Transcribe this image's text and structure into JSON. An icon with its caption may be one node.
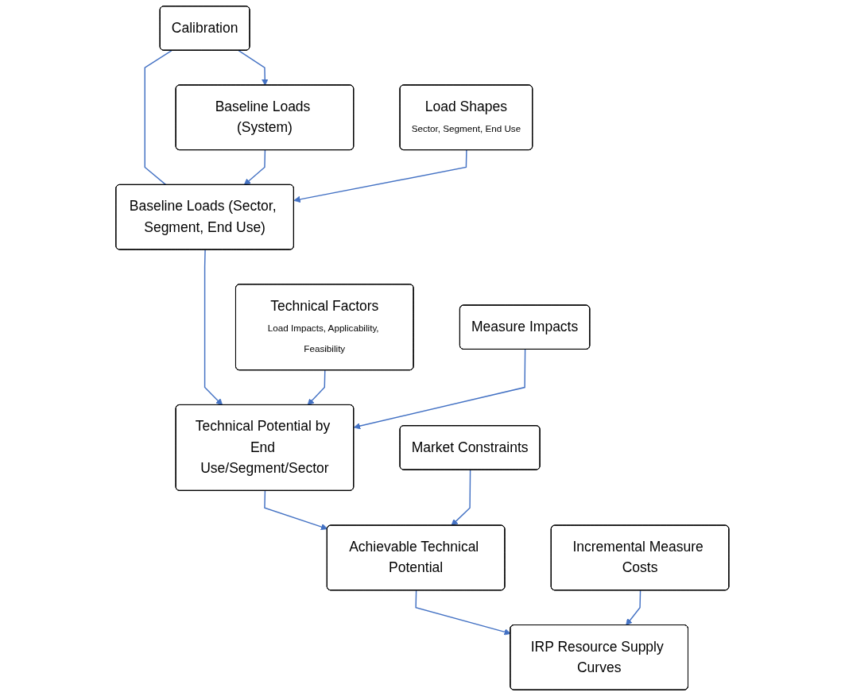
{
  "diagram": {
    "nodes": [
      {
        "text": [
          "Calibration"
        ]
      },
      {
        "text": [
          "Baseline Loads (System)"
        ]
      },
      {
        "text": [
          "Load Shapes",
          "Sector, Segment, End Use"
        ]
      },
      {
        "text": [
          "Baseline Loads (Sector, Segment, End Use)"
        ]
      },
      {
        "text": [
          "Technical Factors",
          "Load Impacts, Applicability, Feasibility"
        ]
      },
      {
        "text": [
          "Measure Impacts"
        ]
      },
      {
        "text": [
          "Technical Potential by End Use/Segment/Sector"
        ]
      },
      {
        "text": [
          "Market Constraints"
        ]
      },
      {
        "text": [
          "Achievable Technical Potential"
        ]
      },
      {
        "text": [
          "Incremental Measure Costs"
        ]
      },
      {
        "text": [
          "IRP Resource Supply Curves"
        ]
      }
    ],
    "edges": [
      {
        "from": 0,
        "to": 1,
        "arrow": "to"
      },
      {
        "from": 0,
        "to": 3,
        "arrow": "none"
      },
      {
        "from": 1,
        "to": 3,
        "arrow": "to"
      },
      {
        "from": 2,
        "to": 3,
        "arrow": "to"
      },
      {
        "from": 3,
        "to": 6,
        "arrow": "to"
      },
      {
        "from": 4,
        "to": 6,
        "arrow": "to"
      },
      {
        "from": 5,
        "to": 6,
        "arrow": "to"
      },
      {
        "from": 6,
        "to": 8,
        "arrow": "to"
      },
      {
        "from": 7,
        "to": 8,
        "arrow": "to"
      },
      {
        "from": 8,
        "to": 10,
        "arrow": "to"
      },
      {
        "from": 9,
        "to": 10,
        "arrow": "to"
      }
    ]
  }
}
